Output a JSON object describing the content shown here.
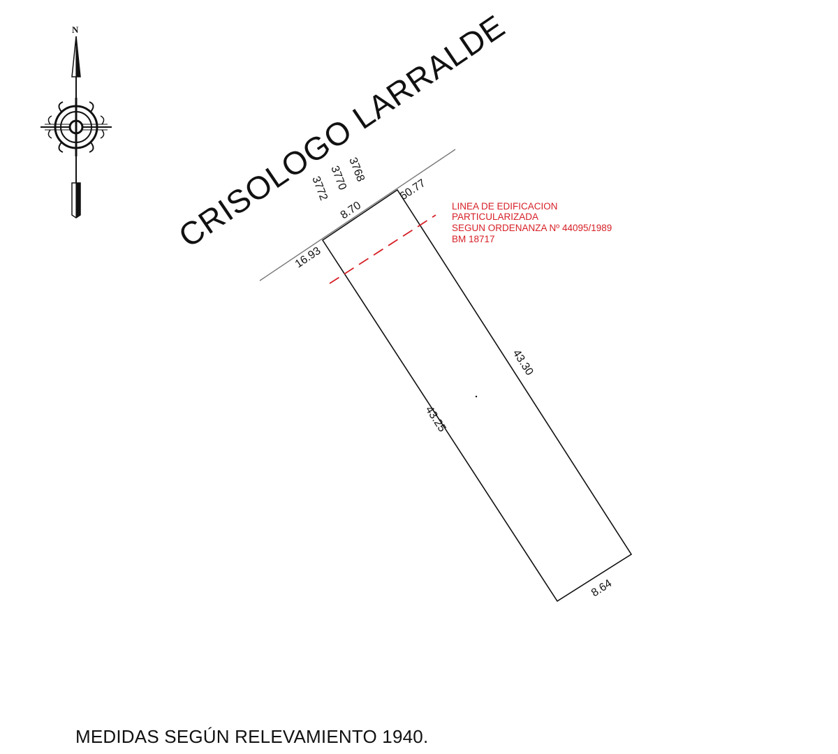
{
  "north_label": "N",
  "street_name": "CRISOLOGO LARRALDE",
  "house_numbers": [
    "3768",
    "3770",
    "3772"
  ],
  "dimensions": {
    "front": "8.70",
    "back": "8.64",
    "left_side": "43.25",
    "right_side": "43.30",
    "left_corner": "16.93",
    "right_corner": "60.77"
  },
  "building_line_note": [
    "LINEA DE EDIFICACION",
    "PARTICULARIZADA",
    "SEGUN ORDENANZA Nº 44095/1989",
    "BM 18717"
  ],
  "footer_text": "MEDIDAS SEGÚN RELEVAMIENTO 1940.",
  "colors": {
    "line": "#111111",
    "building_line": "#d61f26",
    "street_line": "#777777"
  }
}
